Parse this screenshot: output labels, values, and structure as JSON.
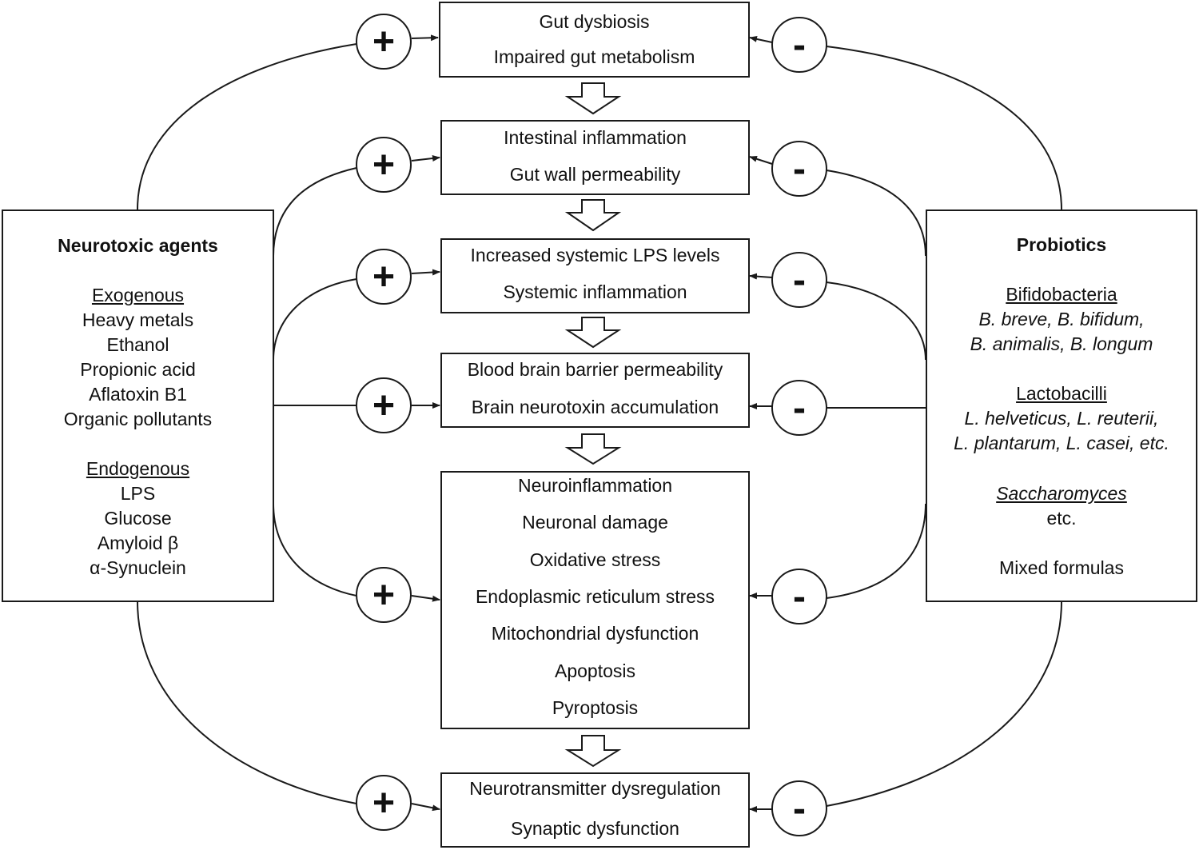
{
  "center_boxes": [
    [
      "Gut dysbiosis",
      "Impaired gut metabolism"
    ],
    [
      "Intestinal inflammation",
      "Gut wall permeability"
    ],
    [
      "Increased systemic LPS levels",
      "Systemic inflammation"
    ],
    [
      "Blood brain barrier permeability",
      "Brain neurotoxin accumulation"
    ],
    [
      "Neuroinflammation",
      "Neuronal damage",
      "Oxidative stress",
      "Endoplasmic reticulum stress",
      "Mitochondrial dysfunction",
      "Apoptosis",
      "Pyroptosis"
    ],
    [
      "Neurotransmitter dysregulation",
      "Synaptic dysfunction"
    ]
  ],
  "left_box": {
    "title": "Neurotoxic agents",
    "exogenous_heading": "Exogenous",
    "exogenous_items": [
      "Heavy metals",
      "Ethanol",
      "Propionic acid",
      "Aflatoxin B1",
      "Organic pollutants"
    ],
    "endogenous_heading": "Endogenous",
    "endogenous_items": [
      "LPS",
      "Glucose",
      "Amyloid β",
      "α-Synuclein"
    ]
  },
  "right_box": {
    "title": "Probiotics",
    "bifido_heading": "Bifidobacteria",
    "bifido_species": [
      "B. breve, B. bifidum,",
      "B. animalis, B. longum"
    ],
    "lacto_heading": "Lactobacilli",
    "lacto_species": [
      "L. helveticus, L. reuterii,",
      "L. plantarum, L. casei, etc."
    ],
    "sacch_heading": "Saccharomyces",
    "sacch_etc": "etc.",
    "mixed": "Mixed formulas"
  },
  "plus_symbol": "+",
  "minus_symbol": "-",
  "colors": {
    "line": "#1a1a1a",
    "background": "#ffffff"
  }
}
